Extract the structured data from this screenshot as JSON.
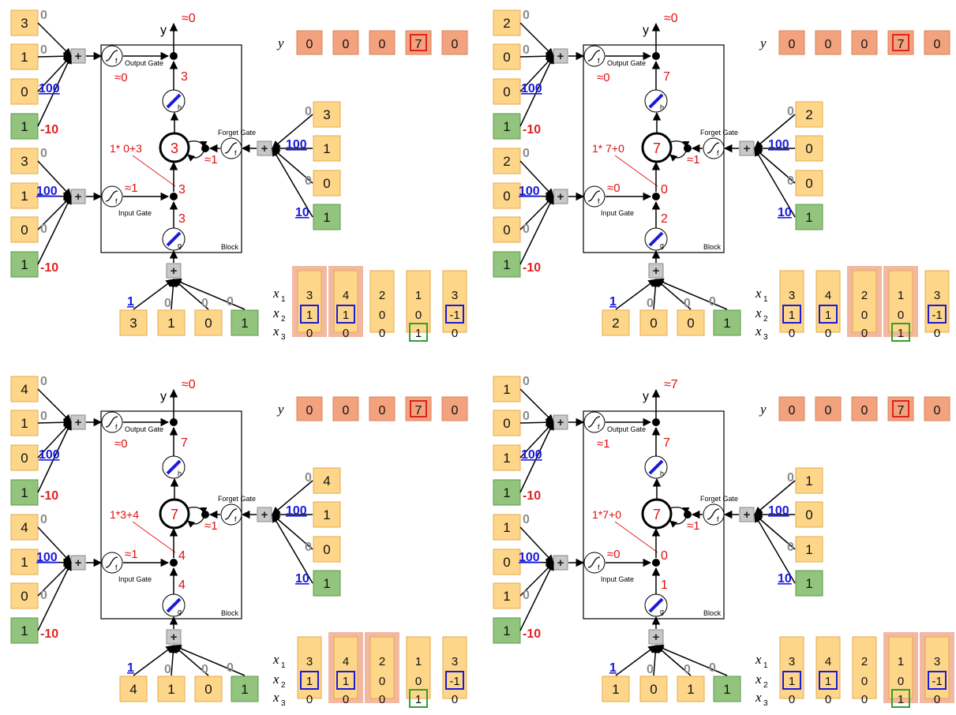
{
  "colors": {
    "input_box_fill": "#fdd68a",
    "input_box_stroke": "#e8a84a",
    "bias_box_fill": "#93c47d",
    "bias_box_stroke": "#5a9a4a",
    "y_box_fill": "#f2a37e",
    "y_box_stroke": "#d9825a",
    "highlight_y": "#dd2222",
    "column_highlight": "#f2b8a2",
    "weight_gray": "#8c8c8c",
    "weight_blue": "#1a1adc",
    "weight_red": "#dd2222",
    "value_red": "#e01010",
    "x2_box": "#1a1adc",
    "x3_box": "#2fa02f"
  },
  "labels": {
    "y_axis": "y",
    "output_gate": "Output Gate",
    "input_gate": "Input Gate",
    "forget_gate": "Forget Gate",
    "block": "Block",
    "plus": "+",
    "gate_f": "f",
    "cell_h": "h",
    "cell_g": "g",
    "y_row": "y",
    "x1": "x",
    "x2": "x",
    "x3": "x",
    "sub1": "1",
    "sub2": "2",
    "sub3": "3"
  },
  "y_row_values": [
    "0",
    "0",
    "0",
    "7",
    "0"
  ],
  "y_highlight_index": 3,
  "x_table": {
    "x1": [
      "3",
      "4",
      "2",
      "1",
      "3"
    ],
    "x2": [
      "1",
      "1",
      "0",
      "0",
      "-1"
    ],
    "x3": [
      "0",
      "0",
      "0",
      "1",
      "0"
    ],
    "x2_boxed": [
      0,
      1,
      4
    ],
    "x3_boxed": [
      3
    ]
  },
  "panels": [
    {
      "id": "p1",
      "output_inputs": [
        "3",
        "1",
        "0",
        "1"
      ],
      "output_weights": [
        "0",
        "0",
        "100",
        "-10"
      ],
      "input_gate_inputs": [
        "3",
        "1",
        "0",
        "1"
      ],
      "input_gate_weights": [
        "0",
        "100",
        "0",
        "-10"
      ],
      "forget_inputs": [
        "3",
        "1",
        "0",
        "1"
      ],
      "forget_weights": [
        "0",
        "100",
        "0",
        "10"
      ],
      "g_inputs": [
        "3",
        "1",
        "0",
        "1"
      ],
      "g_weights": [
        "1",
        "0",
        "0",
        "0"
      ],
      "y_out": "≈0",
      "output_gate_val": "≈0",
      "h_val": "3",
      "cell_val": "3",
      "forget_val": "≈1",
      "formula": "1* 0+3",
      "input_gate_val": "≈1",
      "mult_val": "3",
      "g_val": "3",
      "highlight_cols": [
        0,
        1
      ]
    },
    {
      "id": "p2",
      "output_inputs": [
        "2",
        "0",
        "0",
        "1"
      ],
      "output_weights": [
        "0",
        "0",
        "100",
        "-10"
      ],
      "input_gate_inputs": [
        "2",
        "0",
        "0",
        "1"
      ],
      "input_gate_weights": [
        "0",
        "100",
        "0",
        "-10"
      ],
      "forget_inputs": [
        "2",
        "0",
        "0",
        "1"
      ],
      "forget_weights": [
        "0",
        "100",
        "0",
        "10"
      ],
      "g_inputs": [
        "2",
        "0",
        "0",
        "1"
      ],
      "g_weights": [
        "1",
        "0",
        "0",
        "0"
      ],
      "y_out": "≈0",
      "output_gate_val": "≈0",
      "h_val": "7",
      "cell_val": "7",
      "forget_val": "≈1",
      "formula": "1* 7+0",
      "input_gate_val": "≈0",
      "mult_val": "0",
      "g_val": "2",
      "highlight_cols": [
        2,
        3
      ]
    },
    {
      "id": "p3",
      "output_inputs": [
        "4",
        "1",
        "0",
        "1"
      ],
      "output_weights": [
        "0",
        "0",
        "100",
        "-10"
      ],
      "input_gate_inputs": [
        "4",
        "1",
        "0",
        "1"
      ],
      "input_gate_weights": [
        "0",
        "100",
        "0",
        "-10"
      ],
      "forget_inputs": [
        "4",
        "1",
        "0",
        "1"
      ],
      "forget_weights": [
        "0",
        "100",
        "0",
        "10"
      ],
      "g_inputs": [
        "4",
        "1",
        "0",
        "1"
      ],
      "g_weights": [
        "1",
        "0",
        "0",
        "0"
      ],
      "y_out": "≈0",
      "output_gate_val": "≈0",
      "h_val": "7",
      "cell_val": "7",
      "forget_val": "≈1",
      "formula": "1*3+4",
      "input_gate_val": "≈1",
      "mult_val": "4",
      "g_val": "4",
      "highlight_cols": [
        1,
        2
      ]
    },
    {
      "id": "p4",
      "output_inputs": [
        "1",
        "0",
        "1",
        "1"
      ],
      "output_weights": [
        "0",
        "0",
        "100",
        "-10"
      ],
      "input_gate_inputs": [
        "1",
        "0",
        "1",
        "1"
      ],
      "input_gate_weights": [
        "0",
        "100",
        "0",
        "-10"
      ],
      "forget_inputs": [
        "1",
        "0",
        "1",
        "1"
      ],
      "forget_weights": [
        "0",
        "100",
        "0",
        "10"
      ],
      "g_inputs": [
        "1",
        "0",
        "1",
        "1"
      ],
      "g_weights": [
        "1",
        "0",
        "0",
        "0"
      ],
      "y_out": "≈7",
      "output_gate_val": "≈1",
      "h_val": "7",
      "cell_val": "7",
      "forget_val": "≈1",
      "formula": "1*7+0",
      "input_gate_val": "≈0",
      "mult_val": "0",
      "g_val": "1",
      "highlight_cols": [
        3,
        4
      ]
    }
  ]
}
